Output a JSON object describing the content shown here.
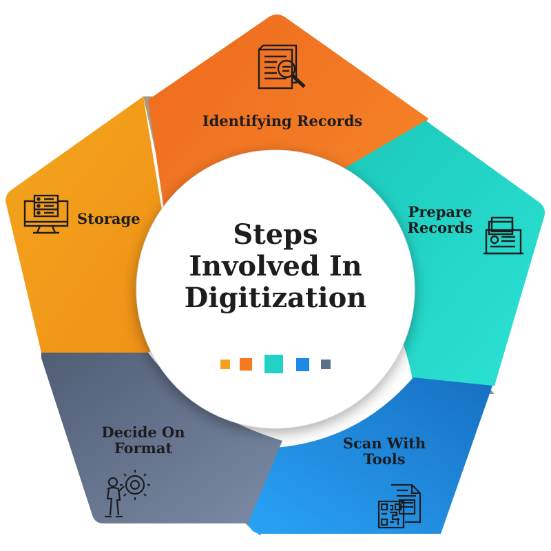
{
  "title": {
    "line1": "Steps",
    "line2": "Involved In",
    "line3": "Digitization"
  },
  "steps": [
    {
      "label_lines": [
        "Identifying Records"
      ],
      "icon": "document-search-icon",
      "color": "#F47920"
    },
    {
      "label_lines": [
        "Prepare",
        "Records"
      ],
      "icon": "file-box-icon",
      "color": "#22D3C5"
    },
    {
      "label_lines": [
        "Scan With",
        "Tools"
      ],
      "icon": "qr-scan-document-icon",
      "color": "#1E88E5"
    },
    {
      "label_lines": [
        "Decide On",
        "Format"
      ],
      "icon": "person-with-gear-icon",
      "color": "#5E6F8A"
    },
    {
      "label_lines": [
        "Storage"
      ],
      "icon": "server-monitor-icon",
      "color": "#F5A11C"
    }
  ],
  "legend_squares": [
    "#F5A11C",
    "#F47920",
    "#22D3C5",
    "#1E88E5",
    "#5E6F8A"
  ]
}
